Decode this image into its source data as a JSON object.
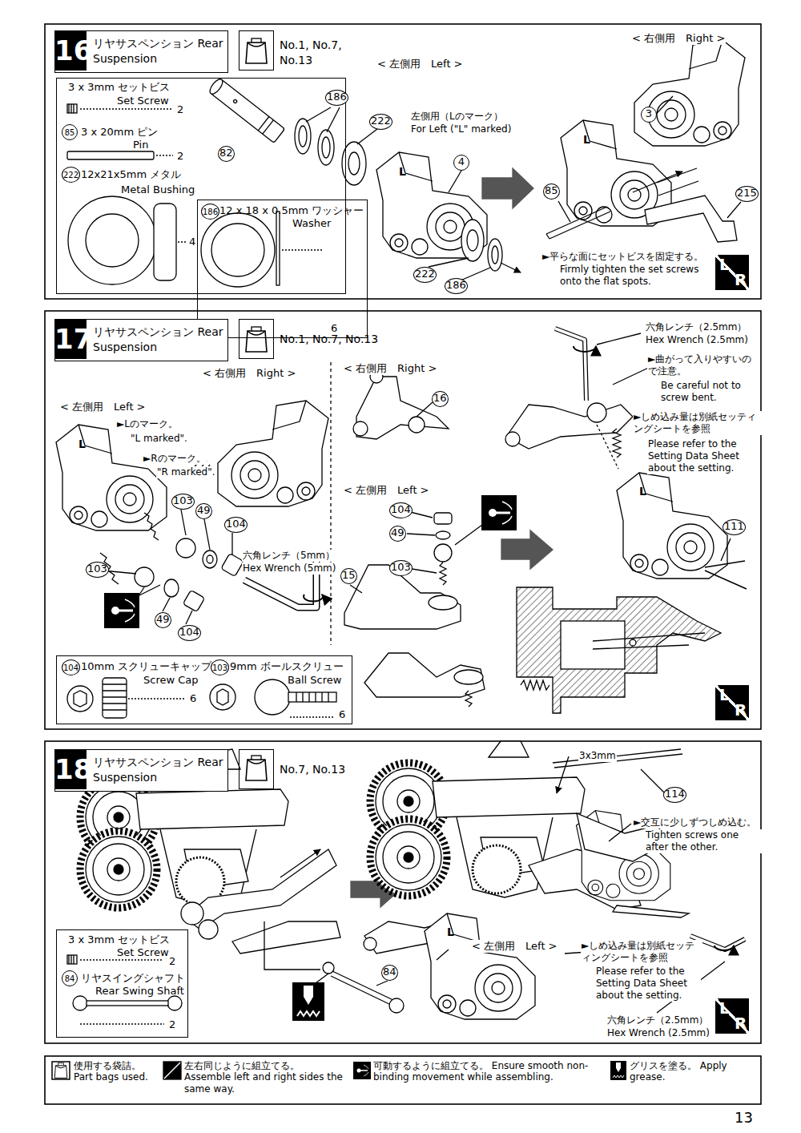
{
  "diagram": {
    "nodes": [
      {
        "text": [
          "16",
          "リヤサスペンション Rear Suspension"
        ]
      },
      {
        "text": [
          "No.1, No.7, No.13"
        ]
      },
      {
        "text": [
          "3 x 3mm セットビス",
          "Set Screw",
          "2",
          "85",
          "3 x 20mm ピン",
          "Pin",
          "2",
          "222",
          "12x21x5mm メタル",
          "Metal Bushing",
          "4"
        ]
      },
      {
        "text": [
          "186",
          "12 x 18 x 0.5mm ワッシャー",
          "Washer",
          "6"
        ],
        "in": 2
      },
      {
        "text": [
          "L",
          "R"
        ]
      },
      {
        "text": [
          "17",
          "リヤサスペンション Rear Suspension"
        ]
      },
      {
        "text": [
          "No.1, No.7, No.13"
        ]
      },
      {
        "text": [
          "104",
          "10mm スクリューキャップ",
          "Screw Cap",
          "6",
          "103",
          "9mm ボールスクリュー",
          "Ball Screw",
          "6"
        ]
      },
      {
        "text": [
          "L",
          "R"
        ]
      },
      {
        "text": [
          "18",
          "リヤサスペンション Rear Suspension"
        ]
      },
      {
        "text": [
          "No.7, No.13"
        ]
      },
      {
        "text": [
          "3 x 3mm セットビス",
          "Set Screw",
          "2",
          "84",
          "リヤスイングシャフト",
          "Rear Swing Shaft",
          "2"
        ]
      },
      {
        "text": [
          "L",
          "R"
        ]
      }
    ],
    "labels": [
      "< 左側用　Left >",
      "< 右側用　Right >",
      "左側用（Lのマーク）",
      "For Left (\"L\" marked)",
      "82",
      "186",
      "222",
      "4",
      "222",
      "186",
      "85",
      "215",
      "3",
      "L",
      "L",
      "►平らな面にセットビスを固定する。",
      "Firmly tighten the set screws onto the flat spots.",
      "< 右側用　Right >",
      "< 左側用　Left >",
      "►Lのマーク。",
      "\"L marked\".",
      "►Rのマーク。",
      "\"R marked\".",
      "L",
      "103",
      "49",
      "104",
      "六角レンチ（5mm）",
      "Hex Wrench (5mm)",
      "103",
      "49",
      "104",
      "< 右側用　Right >",
      "16",
      "< 左側用　Left >",
      "104",
      "49",
      "103",
      "15",
      "六角レンチ（2.5mm）",
      "Hex Wrench (2.5mm)",
      "►曲がって入りやすいので注意。",
      "Be careful not to screw bent.",
      "►しめ込み量は別紙セッティングシートを参照",
      "Please refer to the Setting Data Sheet about the setting.",
      "111",
      "L",
      "3x3mm",
      "114",
      "►交互に少しずつしめ込む。",
      "Tighten screws one after the other.",
      "< 左側用　Left >",
      "84",
      "L",
      "►しめ込み量は別紙セッティングシートを参照",
      "Please refer to the Setting Data Sheet about the setting.",
      "六角レンチ（2.5mm）",
      "Hex Wrench (2.5mm)",
      "13"
    ],
    "legend": [
      {
        "text": "使用する袋詰。 Part bags used."
      },
      {
        "text": "左右同じように組立てる。 Assemble left and right sides the same way."
      },
      {
        "text": "可動するように組立てる。 Ensure smooth non-binding movement while assembling."
      },
      {
        "text": "グリスを塗る。 Apply grease."
      }
    ]
  }
}
